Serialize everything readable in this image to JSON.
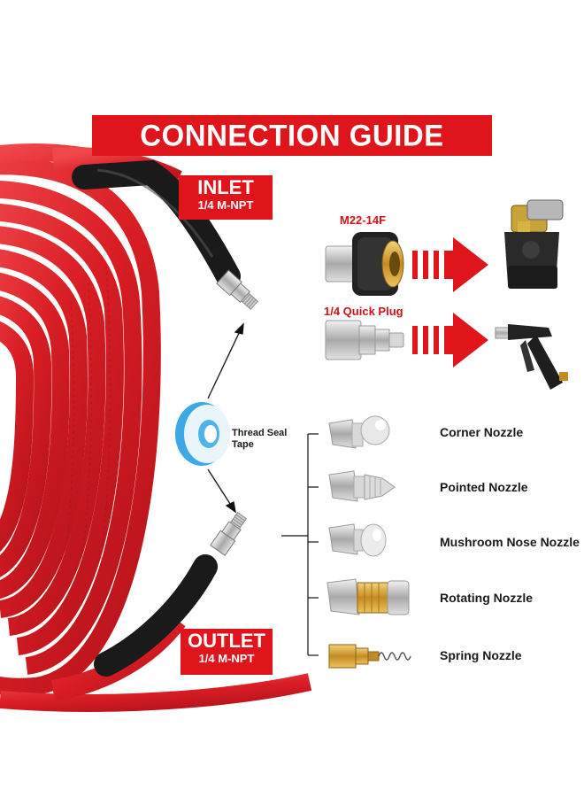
{
  "title": "CONNECTION GUIDE",
  "inlet": {
    "label": "INLET",
    "spec": "1/4 M-NPT"
  },
  "outlet": {
    "label": "OUTLET",
    "spec": "1/4 M-NPT"
  },
  "fittings": [
    {
      "label": "M22-14F"
    },
    {
      "label": "1/4 Quick Plug"
    }
  ],
  "thread_seal": {
    "line1": "Thread Seal",
    "line2": "Tape"
  },
  "nozzles": [
    {
      "label": "Corner Nozzle"
    },
    {
      "label": "Pointed Nozzle"
    },
    {
      "label": "Mushroom Nose Nozzle"
    },
    {
      "label": "Rotating Nozzle"
    },
    {
      "label": "Spring Nozzle"
    }
  ],
  "colors": {
    "brand_red": "#e0141b",
    "hose_red": "#e3252b",
    "text_dark": "#1a1a1a"
  }
}
